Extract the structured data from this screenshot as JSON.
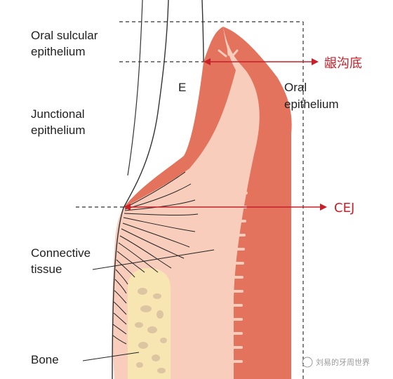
{
  "labels": {
    "oral_sulcular_line1": "Oral sulcular",
    "oral_sulcular_line2": "epithelium",
    "junctional_line1": "Junctional",
    "junctional_line2": "epithelium",
    "connective_line1": "Connective",
    "connective_line2": "tissue",
    "bone": "Bone",
    "enamel": "E",
    "oral_line1": "Oral",
    "oral_line2": "epithelium",
    "sulcus_base": "龈沟底",
    "cej": "CEJ"
  },
  "watermark": "刘易的牙周世界",
  "colors": {
    "epithelium": "#e3735d",
    "connective": "#f8cdbc",
    "bone": "#f7e6b1",
    "bone_pores": "#dcc6a2",
    "annotation_red": "#c8202a"
  }
}
